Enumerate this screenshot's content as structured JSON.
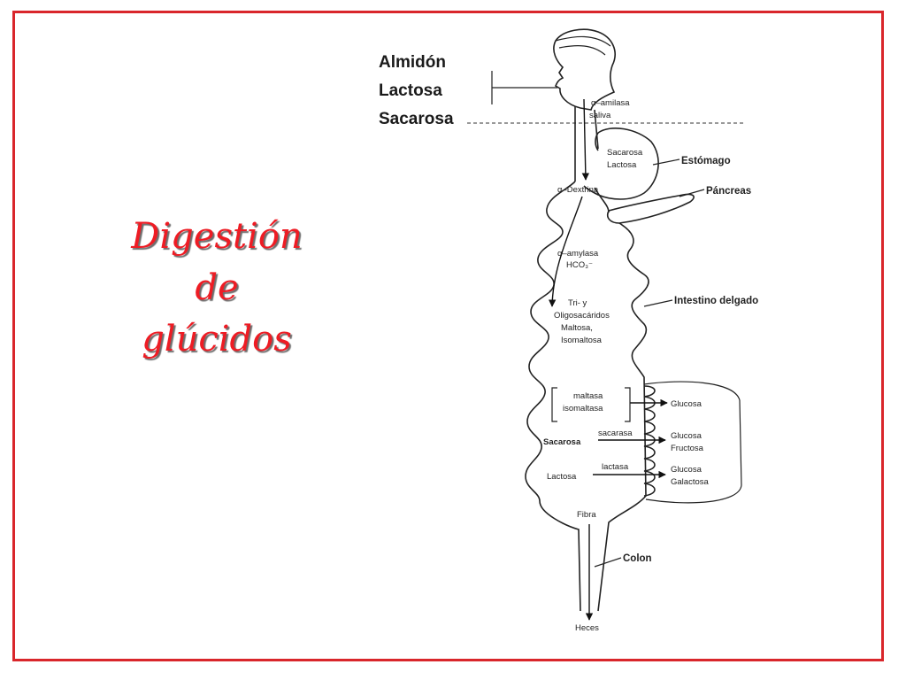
{
  "slide": {
    "title_lines": [
      "Digestión",
      "de",
      "glúcidos"
    ],
    "frame_color": "#d9262b",
    "title_color": "#ee1c24"
  },
  "diagram": {
    "food_items": [
      "Almidón",
      "Lactosa",
      "Sacarosa"
    ],
    "enzyme_mouth": [
      "α–amilasa",
      "saliva"
    ],
    "stomach_content": [
      "Sacarosa",
      "Lactosa"
    ],
    "organ_labels": {
      "stomach": "Estómago",
      "pancreas": "Páncreas",
      "small_intestine": "Intestino delgado",
      "colon": "Colon"
    },
    "dextrin": "α–Dextrina",
    "pancreatic": [
      "α–amylasa",
      "HCO₃⁻"
    ],
    "oligo": [
      "Tri- y",
      "Oligosacáridos",
      "Maltosa,",
      "Isomaltosa"
    ],
    "brush_enzymes": [
      "maltasa",
      "isomaltasa"
    ],
    "glucose": "Glucosa",
    "sacarosa_substrate": "Sacarosa",
    "sacarasa_enzyme": "sacarasa",
    "glucose_fructose": [
      "Glucosa",
      "Fructosa"
    ],
    "lactosa_substrate": "Lactosa",
    "lactasa_enzyme": "lactasa",
    "glucose_galactose": [
      "Glucosa",
      "Galactosa"
    ],
    "fiber": "Fibra",
    "feces": "Heces"
  }
}
